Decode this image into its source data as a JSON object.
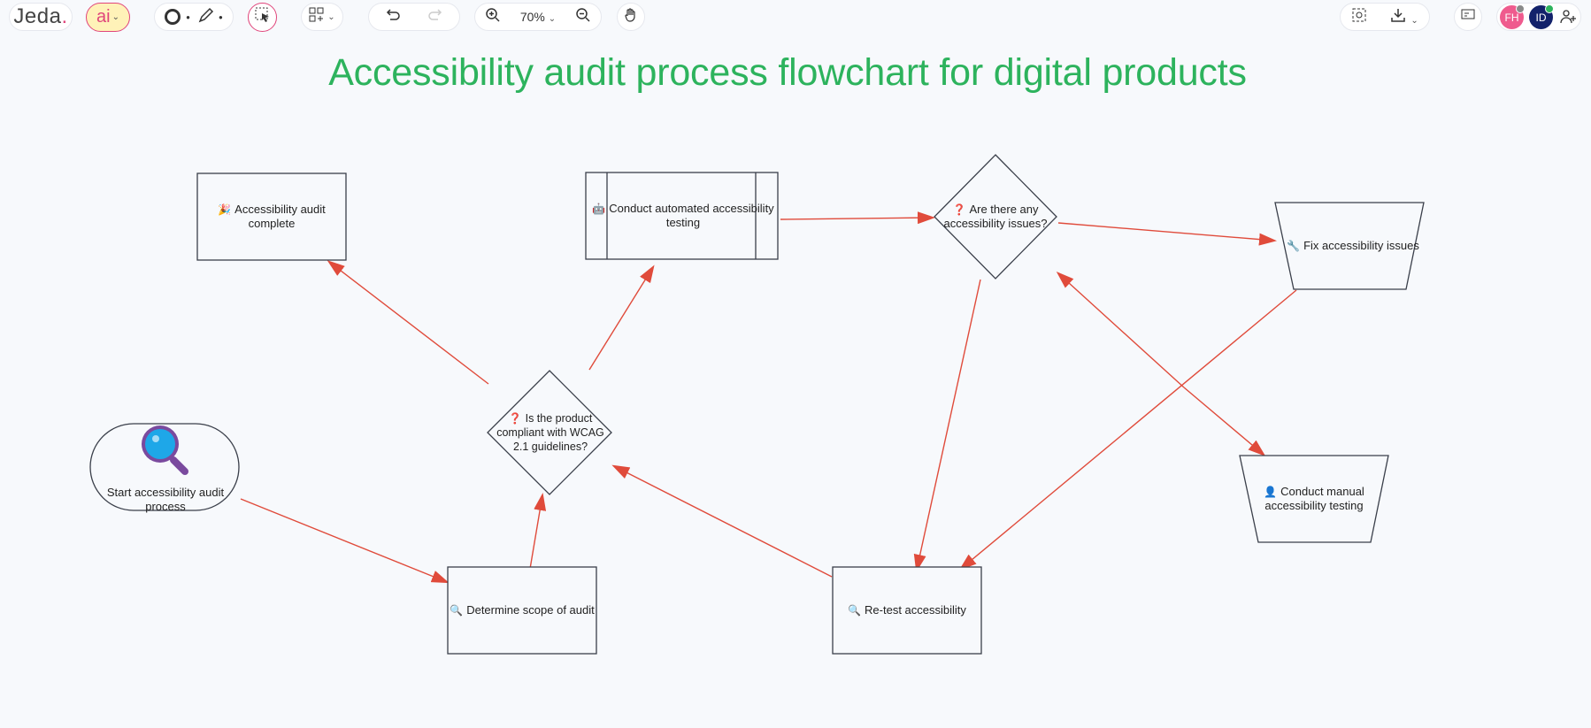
{
  "app": {
    "logo": "Jeda",
    "logo_accent": ".",
    "ai_label": "ai",
    "zoom_level": "70%",
    "collaborators": [
      {
        "initials": "FH",
        "color": "#ef5b8e",
        "status_color": "#8a8a8a"
      },
      {
        "initials": "ID",
        "color": "#13226b",
        "status_color": "#2db35d"
      }
    ]
  },
  "canvas": {
    "title": "Accessibility audit process flowchart for digital products",
    "title_color": "#2db35d",
    "edge_color": "#e04b3b",
    "nodes": {
      "start": {
        "text": "Start accessibility audit process",
        "icon": "magnifier-icon"
      },
      "scope": {
        "text": "Determine scope of audit",
        "icon": "🔍"
      },
      "compliant": {
        "text": "Is the product compliant with WCAG 2.1 guidelines?",
        "icon": "❓"
      },
      "complete": {
        "text": "Accessibility audit complete",
        "icon": "🎉"
      },
      "automated": {
        "text": "Conduct automated accessibility testing",
        "icon": "🤖"
      },
      "issues": {
        "text": "Are there any accessibility issues?",
        "icon": "❓"
      },
      "fix": {
        "text": "Fix accessibility issues",
        "icon": "🔧"
      },
      "manual": {
        "text": "Conduct manual accessibility testing",
        "icon": "👤"
      },
      "retest": {
        "text": "Re-test accessibility",
        "icon": "🔍"
      }
    }
  }
}
